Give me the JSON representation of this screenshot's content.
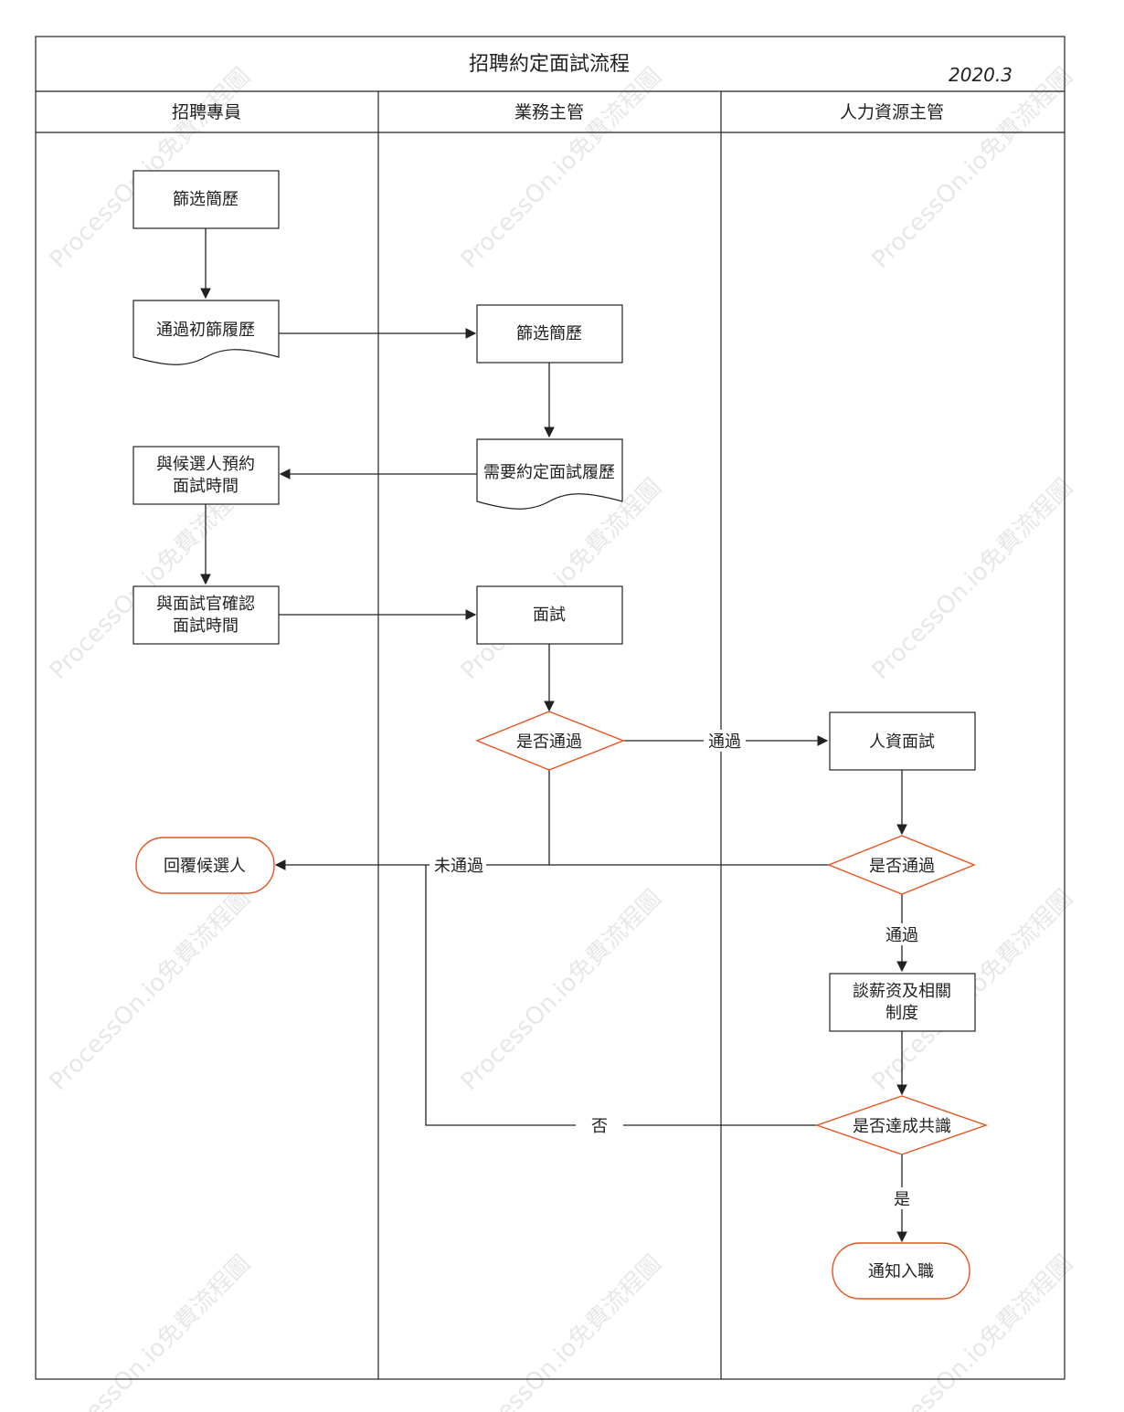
{
  "diagram": {
    "title": "招聘約定面試流程",
    "date": "2020.3",
    "lanes": [
      "招聘專員",
      "業務主管",
      "人力資源主管"
    ],
    "nodes": {
      "screen1": "篩选簡歷",
      "passed_resume": "通過初篩履歷",
      "screen2": "篩选簡歷",
      "need_interview": "需要約定面試履歷",
      "schedule_candidate_1": "與候選人預約",
      "schedule_candidate_2": "面試時間",
      "confirm_interviewer_1": "與面試官確認",
      "confirm_interviewer_2": "面試時間",
      "interview": "面試",
      "decision1": "是否通過",
      "hr_interview": "人資面試",
      "decision2": "是否通過",
      "reply_candidate": "回覆候選人",
      "salary_1": "談薪资及相關",
      "salary_2": "制度",
      "decision3": "是否達成共識",
      "onboard": "通知入職"
    },
    "edge_labels": {
      "pass1": "通過",
      "fail": "未通過",
      "pass2": "通過",
      "no": "否",
      "yes": "是"
    }
  },
  "watermark": {
    "text": "ProcessOn.io免費流程圖"
  },
  "colors": {
    "line": "#222222",
    "decision": "#e8531f",
    "watermark": "#bdbdbd"
  }
}
